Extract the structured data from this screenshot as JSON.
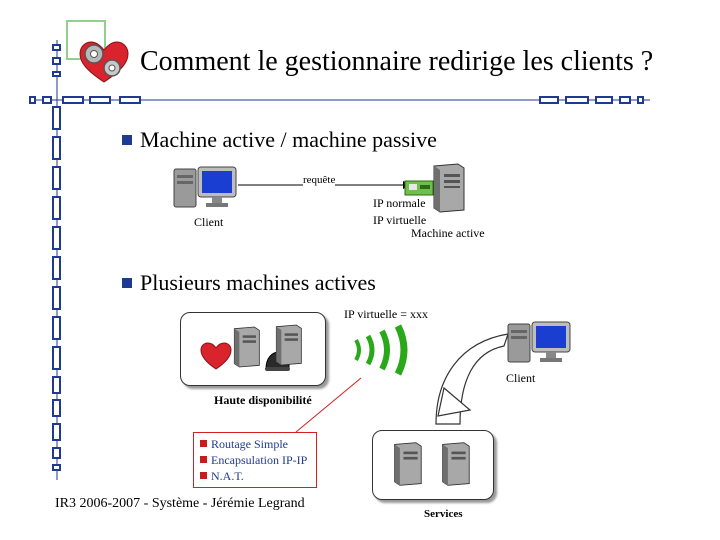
{
  "slide": {
    "title": "Comment le gestionnaire redirige les clients ?",
    "bullets": [
      "Machine active / machine passive",
      "Plusieurs machines actives"
    ],
    "footer": "IR3 2006-2007  -  Système  -  Jérémie Legrand"
  },
  "section1": {
    "request_label": "requête",
    "client_label": "Client",
    "ip_normal": "IP normale",
    "ip_virtual": "IP virtuelle",
    "active_machine": "Machine active"
  },
  "section2": {
    "ip_virtual_value": "IP virtuelle = xxx",
    "client_label": "Client",
    "high_availability": "Haute disponibilité",
    "methods": [
      "Routage Simple",
      "Encapsulation IP-IP",
      "N.A.T."
    ],
    "services": "Services"
  },
  "colors": {
    "bullet_blue": "#1f3a93",
    "red": "#d32020",
    "wave_green": "#2aa81a",
    "deco_blue": "#1f3a93"
  },
  "icons": [
    "gear-heart-logo-icon",
    "computer-icon",
    "server-icon",
    "network-card-icon",
    "heart-icon",
    "helmet-icon",
    "wireless-waves-icon"
  ]
}
